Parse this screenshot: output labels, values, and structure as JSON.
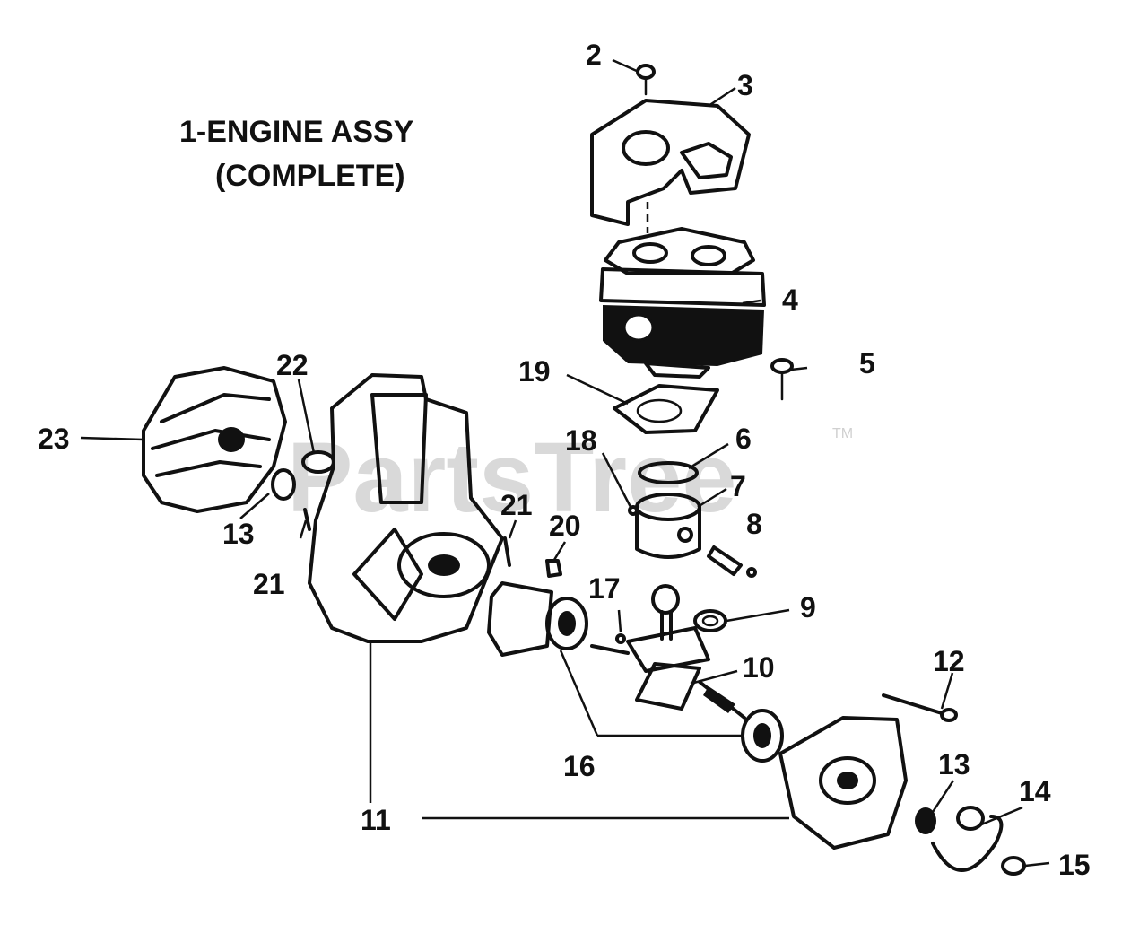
{
  "title_line1": "1-ENGINE ASSY",
  "title_line2": "(COMPLETE)",
  "watermark": "PartsTree",
  "trademark": "TM",
  "labels": {
    "l2": "2",
    "l3": "3",
    "l4": "4",
    "l5": "5",
    "l6": "6",
    "l7": "7",
    "l8": "8",
    "l9": "9",
    "l10": "10",
    "l11": "11",
    "l12": "12",
    "l13a": "13",
    "l13b": "13",
    "l14": "14",
    "l15": "15",
    "l16": "16",
    "l17": "17",
    "l18": "18",
    "l19": "19",
    "l20": "20",
    "l21a": "21",
    "l21b": "21",
    "l22": "22",
    "l23": "23"
  }
}
